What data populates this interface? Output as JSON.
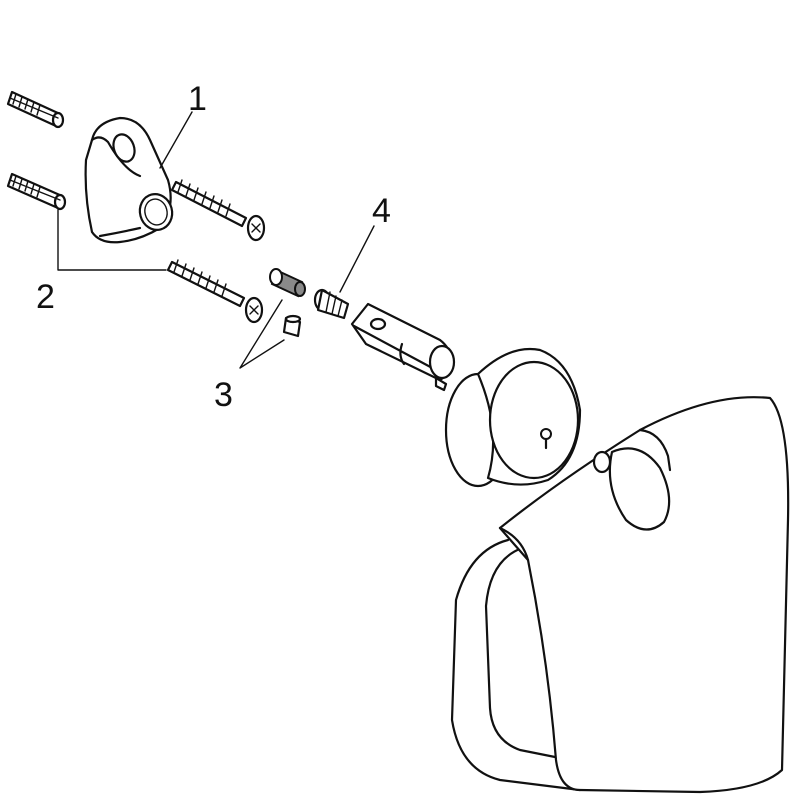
{
  "callouts": {
    "part1": "1",
    "part2": "2",
    "part3": "3",
    "part4": "4"
  },
  "colors": {
    "line": "#111111",
    "background": "#ffffff",
    "grey_part": "#8a8a8a"
  }
}
